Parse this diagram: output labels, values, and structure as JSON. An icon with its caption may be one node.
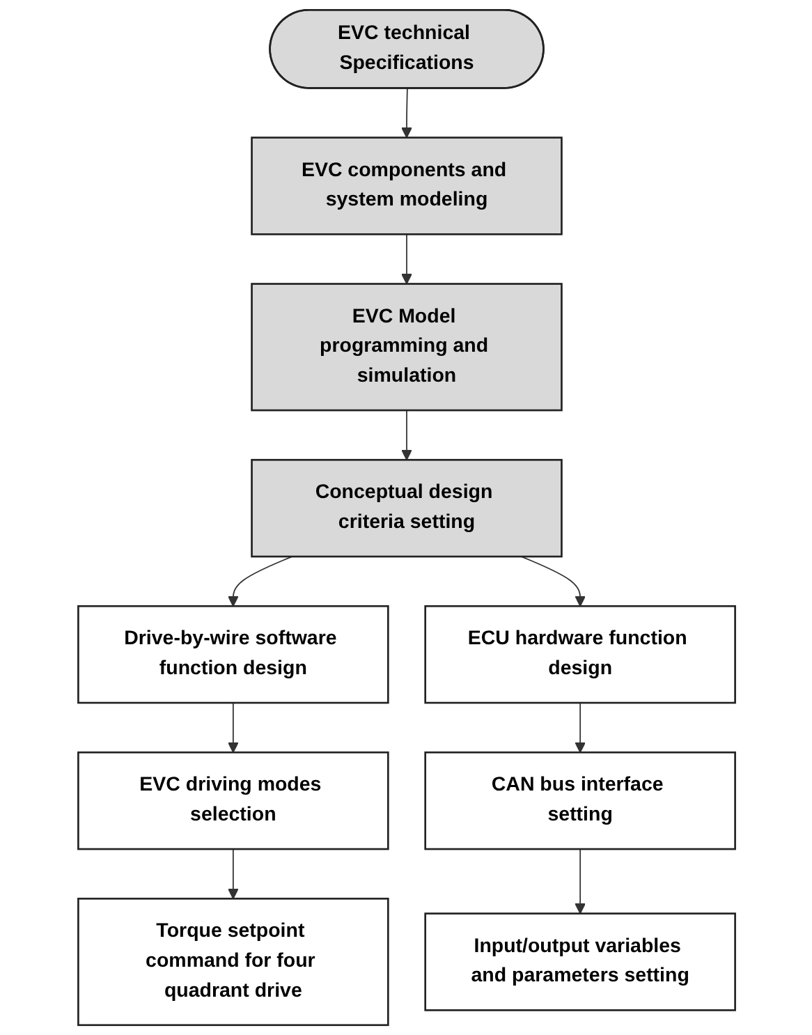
{
  "diagram": {
    "nodes": [
      {
        "text": [
          "EVC technical Specifications"
        ]
      },
      {
        "text": [
          "EVC components and system modeling"
        ]
      },
      {
        "text": [
          "EVC Model programming and simulation"
        ]
      },
      {
        "text": [
          "Conceptual design criteria setting"
        ]
      },
      {
        "text": [
          "Drive-by-wire software function design"
        ]
      },
      {
        "text": [
          "ECU hardware function design"
        ]
      },
      {
        "text": [
          "EVC driving modes selection"
        ]
      },
      {
        "text": [
          "CAN bus interface setting"
        ]
      },
      {
        "text": [
          "Torque setpoint command for four quadrant drive"
        ]
      },
      {
        "text": [
          "Input/output variables and parameters setting"
        ]
      }
    ],
    "edges": [
      {
        "from": 0,
        "to": 1,
        "arrow": "to"
      },
      {
        "from": 1,
        "to": 2,
        "arrow": "to"
      },
      {
        "from": 2,
        "to": 3,
        "arrow": "to"
      },
      {
        "from": 3,
        "to": 4,
        "arrow": "to"
      },
      {
        "from": 3,
        "to": 5,
        "arrow": "to"
      },
      {
        "from": 4,
        "to": 6,
        "arrow": "to"
      },
      {
        "from": 5,
        "to": 7,
        "arrow": "to"
      },
      {
        "from": 6,
        "to": 8,
        "arrow": "to"
      },
      {
        "from": 7,
        "to": 9,
        "arrow": "to"
      }
    ]
  }
}
